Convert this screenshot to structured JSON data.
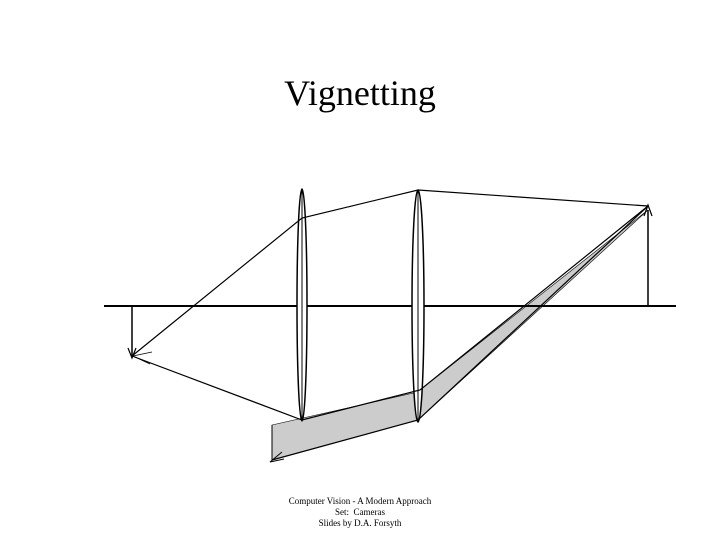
{
  "slide": {
    "title": "Vignetting",
    "footer": {
      "line1": "Computer Vision - A Modern Approach",
      "line2": "Set:  Cameras",
      "line3": "Slides by D.A. Forsyth"
    }
  },
  "colors": {
    "background": "#ffffff",
    "ink": "#000000",
    "shaded_region": "#cccccc"
  }
}
